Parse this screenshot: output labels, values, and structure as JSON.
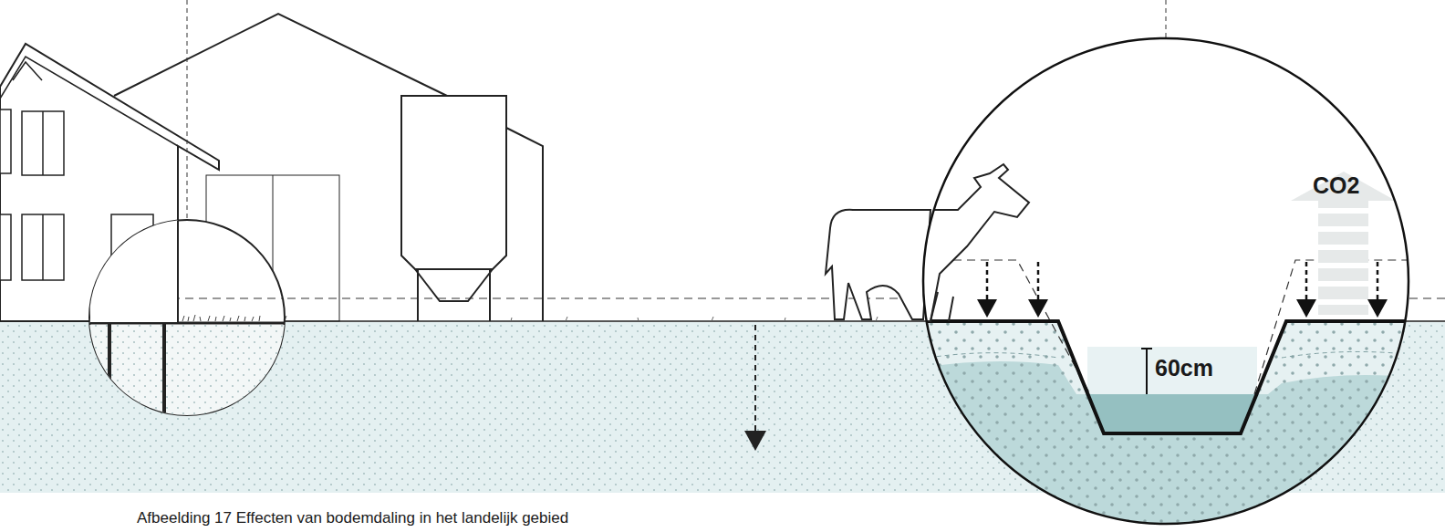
{
  "diagram": {
    "caption": "Afbeelding 17 Effecten van bodemdaling in het landelijk gebied",
    "labels": [
      "CO2",
      "60cm"
    ]
  }
}
